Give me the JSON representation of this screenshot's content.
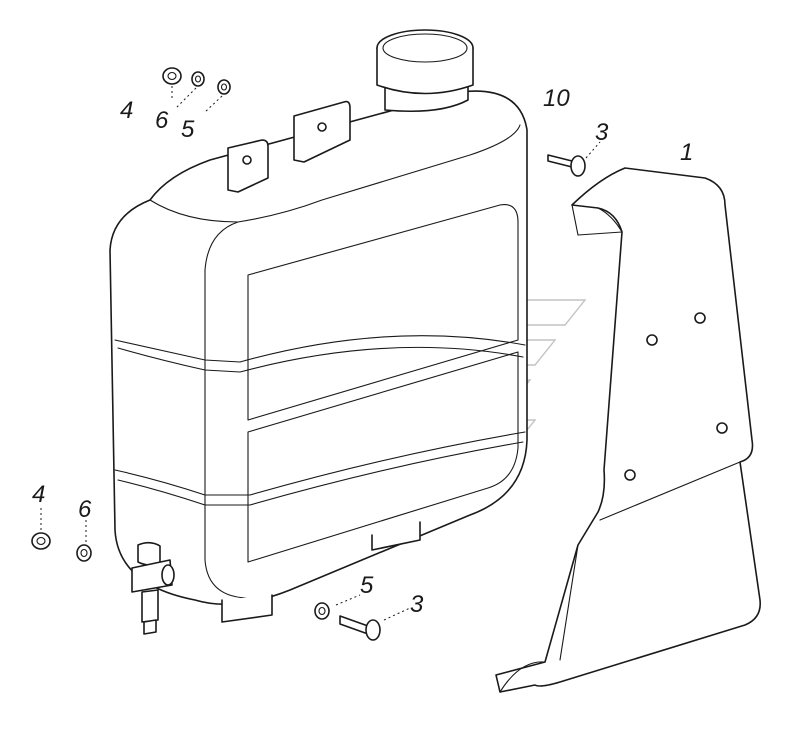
{
  "callouts": {
    "c1": "1",
    "c3_top": "3",
    "c3_bottom": "3",
    "c4_top": "4",
    "c4_left": "4",
    "c5_top": "5",
    "c5_bottom": "5",
    "c6_top": "6",
    "c6_left": "6",
    "c10": "10"
  },
  "colors": {
    "line": "#1a1a1a",
    "watermark": "#9a9a9a",
    "background": "#ffffff"
  }
}
